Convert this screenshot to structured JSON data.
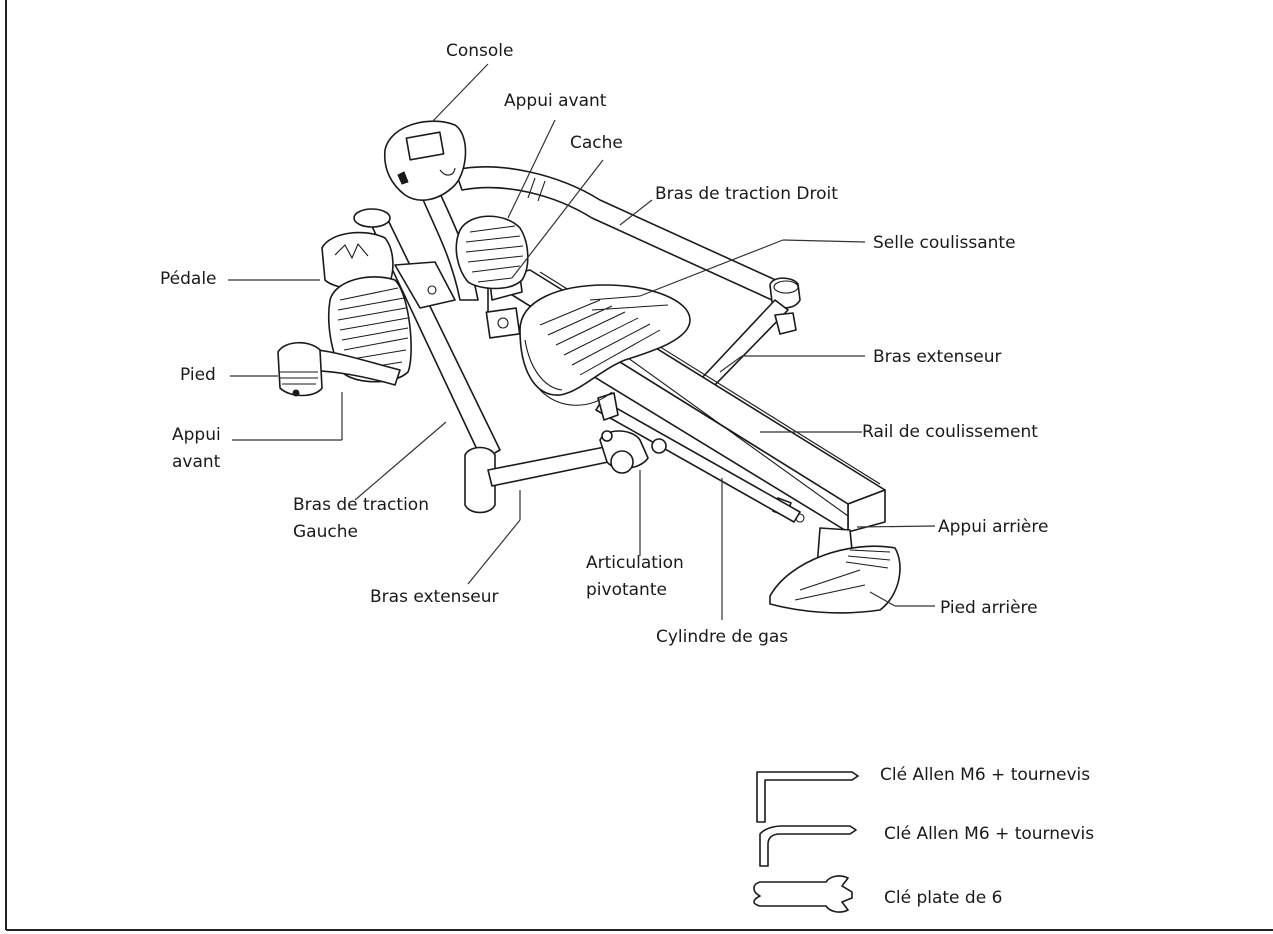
{
  "labels": {
    "console": "Console",
    "appui_avant_top": "Appui avant",
    "cache": "Cache",
    "bras_traction_droit": "Bras de traction Droit",
    "selle_coulissante": "Selle coulissante",
    "pedale": "Pédale",
    "pied": "Pied",
    "appui_avant_left_1": "Appui",
    "appui_avant_left_2": "avant",
    "bras_extenseur_right": "Bras extenseur",
    "rail_coulissement": "Rail de coulissement",
    "bras_traction_gauche_1": "Bras de traction",
    "bras_traction_gauche_2": "Gauche",
    "appui_arriere": "Appui arrière",
    "articulation_1": "Articulation",
    "articulation_2": "pivotante",
    "bras_extenseur_bottom": "Bras extenseur",
    "pied_arriere": "Pied arrière",
    "cylindre_gas": "Cylindre de gas"
  },
  "tools": {
    "allen_key_1": "Clé Allen M6 + tournevis",
    "allen_key_2": "Clé Allen M6 + tournevis",
    "flat_wrench": "Clé plate de 6"
  }
}
